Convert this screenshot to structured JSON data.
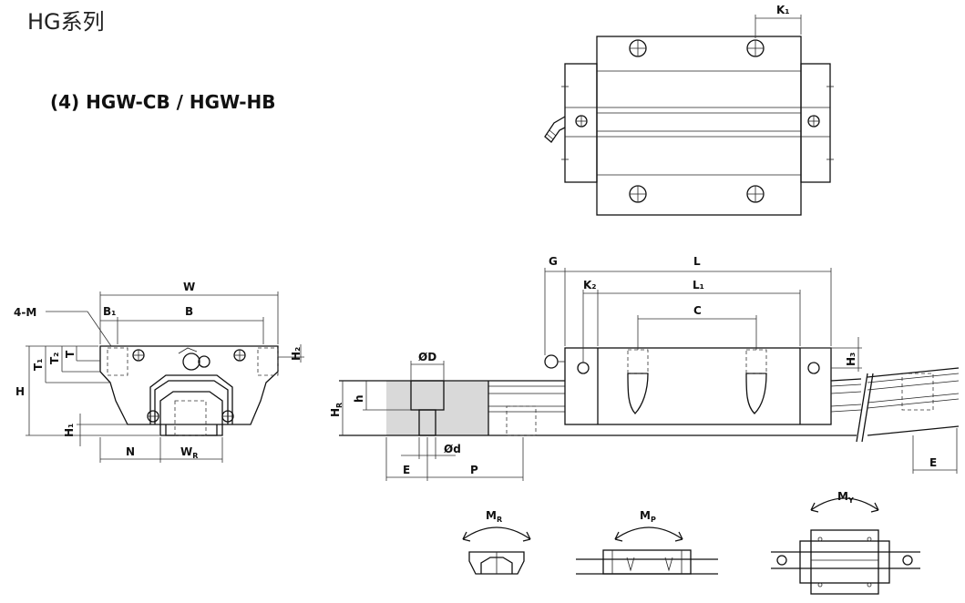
{
  "header": {
    "series": "HG系列",
    "model": "(4) HGW-CB / HGW-HB"
  },
  "labels": {
    "K1": "K₁",
    "W": "W",
    "B": "B",
    "B1": "B₁",
    "M": "4-M",
    "T": "T",
    "T1": "T₁",
    "T2": "T₂",
    "H": "H",
    "H1": "H₁",
    "H2": "H₂",
    "N": "N",
    "WR": "W",
    "WR_sub": "R",
    "G": "G",
    "L": "L",
    "L1": "L₁",
    "K2": "K₂",
    "C": "C",
    "H3": "H₃",
    "D": "ØD",
    "h": "h",
    "HR": "H",
    "HR_sub": "R",
    "d": "Ød",
    "E": "E",
    "P": "P",
    "E2": "E"
  },
  "moments": {
    "MR": "M",
    "MR_sub": "R",
    "MP": "M",
    "MP_sub": "P",
    "MY": "M",
    "MY_sub": "Y"
  },
  "colors": {
    "line": "#111111",
    "rail_shade": "#d9d9d9"
  }
}
